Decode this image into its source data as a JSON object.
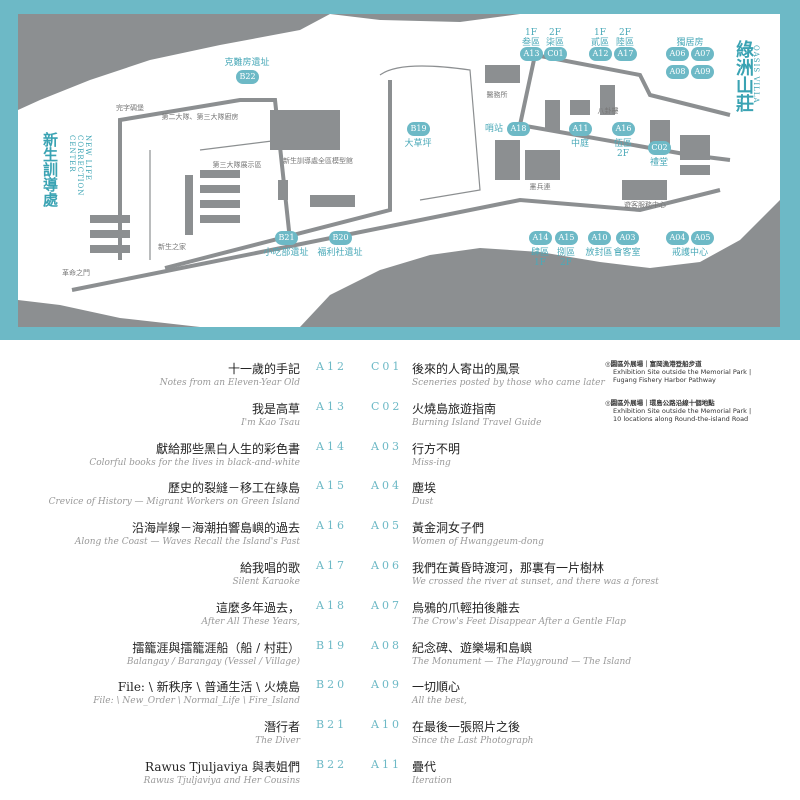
{
  "map": {
    "colors": {
      "frame": "#6db9c6",
      "land": "#8c8f91",
      "accent": "#4aa9b8"
    },
    "oasis_villa": {
      "zh": "綠洲山莊",
      "en": "OASIS VILLA"
    },
    "new_life": {
      "zh": "新生訓導處",
      "en": "NEW LIFE CORRECTION CENTER"
    },
    "pins": {
      "A13": "A13",
      "C01": "C01",
      "A12": "A12",
      "A17": "A17",
      "A06": "A06",
      "A07": "A07",
      "A08": "A08",
      "A09": "A09",
      "A18": "A18",
      "A11": "A11",
      "A16": "A16",
      "C02": "C02",
      "B19": "B19",
      "A14": "A14",
      "A15": "A15",
      "A10": "A10",
      "A03": "A03",
      "A04": "A04",
      "A05": "A05",
      "B22": "B22",
      "B21": "B21",
      "B20": "B20"
    },
    "labels": {
      "l3": "1F 叁區",
      "l7": "2F 柒區",
      "l2": "1F 貳區",
      "l6": "2F 陸區",
      "solitary": "獨居房",
      "sentry": "哨站",
      "courtyard": "中庭",
      "l5": "伍區 2F",
      "hall": "禮堂",
      "lawn": "大草坪",
      "l4": "肆區 1F",
      "l8": "捌區 2F",
      "yard": "放封區",
      "visit": "會客室",
      "guard": "戒護中心",
      "b22": "克難房遺址",
      "b21": "小吃部遺址",
      "b20": "福利社遺址"
    },
    "minor": {
      "clinic": "醫務所",
      "bagua": "八卦樓",
      "mp": "憲兵連",
      "visitor": "遊客服務中心",
      "bunker": "完字碉堡",
      "kitchen": "第二大隊、第三大隊廚房",
      "display": "第三大隊展示區",
      "model": "新生訓導處全區模型館",
      "home": "新生之家",
      "gate": "革命之門"
    }
  },
  "notes": [
    {
      "zh": "◎園區外展場｜富岡漁港登船步道",
      "en1": "Exhibition Site outside the Memorial Park |",
      "en2": "Fugang Fishery Harbor Pathway"
    },
    {
      "zh": "◎園區外展場｜環島公路沿線十個地點",
      "en1": "Exhibition Site outside the Memorial Park |",
      "en2": "10 locations along Round-the-island Road"
    }
  ],
  "left": [
    {
      "zh": "十一歲的手記",
      "en": "Notes from an Eleven-Year Old",
      "code": "A12"
    },
    {
      "zh": "我是高草",
      "en": "I'm Kao Tsau",
      "code": "A13"
    },
    {
      "zh": "獻給那些黑白人生的彩色書",
      "en": "Colorful books for the lives in black-and-white",
      "code": "A14"
    },
    {
      "zh": "歷史的裂縫－移工在綠島",
      "en": "Crevice of History — Migrant Workers on Green Island",
      "code": "A15"
    },
    {
      "zh": "沿海岸線－海潮拍響島嶼的過去",
      "en": "Along the Coast — Waves Recall the Island's Past",
      "code": "A16"
    },
    {
      "zh": "給我唱的歌",
      "en": "Silent Karaoke",
      "code": "A17"
    },
    {
      "zh": "這麼多年過去，",
      "en": "After All These Years,",
      "code": "A18"
    },
    {
      "zh": "擂籠涯與擂籠涯船（船 / 村莊）",
      "en": "Balangay / Barangay (Vessel / Village)",
      "code": "B19"
    },
    {
      "zh": "File: \\ 新秩序 \\ 普通生活 \\ 火燒島",
      "en": "File: \\ New_Order \\ Normal_Life \\ Fire_Island",
      "code": "B20"
    },
    {
      "zh": "潛行者",
      "en": "The Diver",
      "code": "B21"
    },
    {
      "zh": "Rawus Tjuljaviya 與表姐們",
      "en": "Rawus Tjuljaviya and Her Cousins",
      "code": "B22"
    }
  ],
  "right": [
    {
      "code": "C01",
      "zh": "後來的人寄出的風景",
      "en": "Sceneries posted by those who came later"
    },
    {
      "code": "C02",
      "zh": "火燒島旅遊指南",
      "en": "Burning Island Travel Guide"
    },
    {
      "code": "A03",
      "zh": "行方不明",
      "en": "Miss-ing"
    },
    {
      "code": "A04",
      "zh": "塵埃",
      "en": "Dust"
    },
    {
      "code": "A05",
      "zh": "黃金洞女子們",
      "en": "Women of Hwanggeum-dong"
    },
    {
      "code": "A06",
      "zh": "我們在黃昏時渡河，那裏有一片樹林",
      "en": "We crossed the river at sunset, and there was a forest"
    },
    {
      "code": "A07",
      "zh": "烏鴉的爪輕拍後離去",
      "en": "The Crow's Feet Disappear After a Gentle Flap"
    },
    {
      "code": "A08",
      "zh": "紀念碑、遊樂場和島嶼",
      "en": "The Monument — The Playground — The Island"
    },
    {
      "code": "A09",
      "zh": "一切順心",
      "en": "All the best,"
    },
    {
      "code": "A10",
      "zh": "在最後一張照片之後",
      "en": "Since the Last Photograph"
    },
    {
      "code": "A11",
      "zh": "疊代",
      "en": "Iteration"
    }
  ]
}
